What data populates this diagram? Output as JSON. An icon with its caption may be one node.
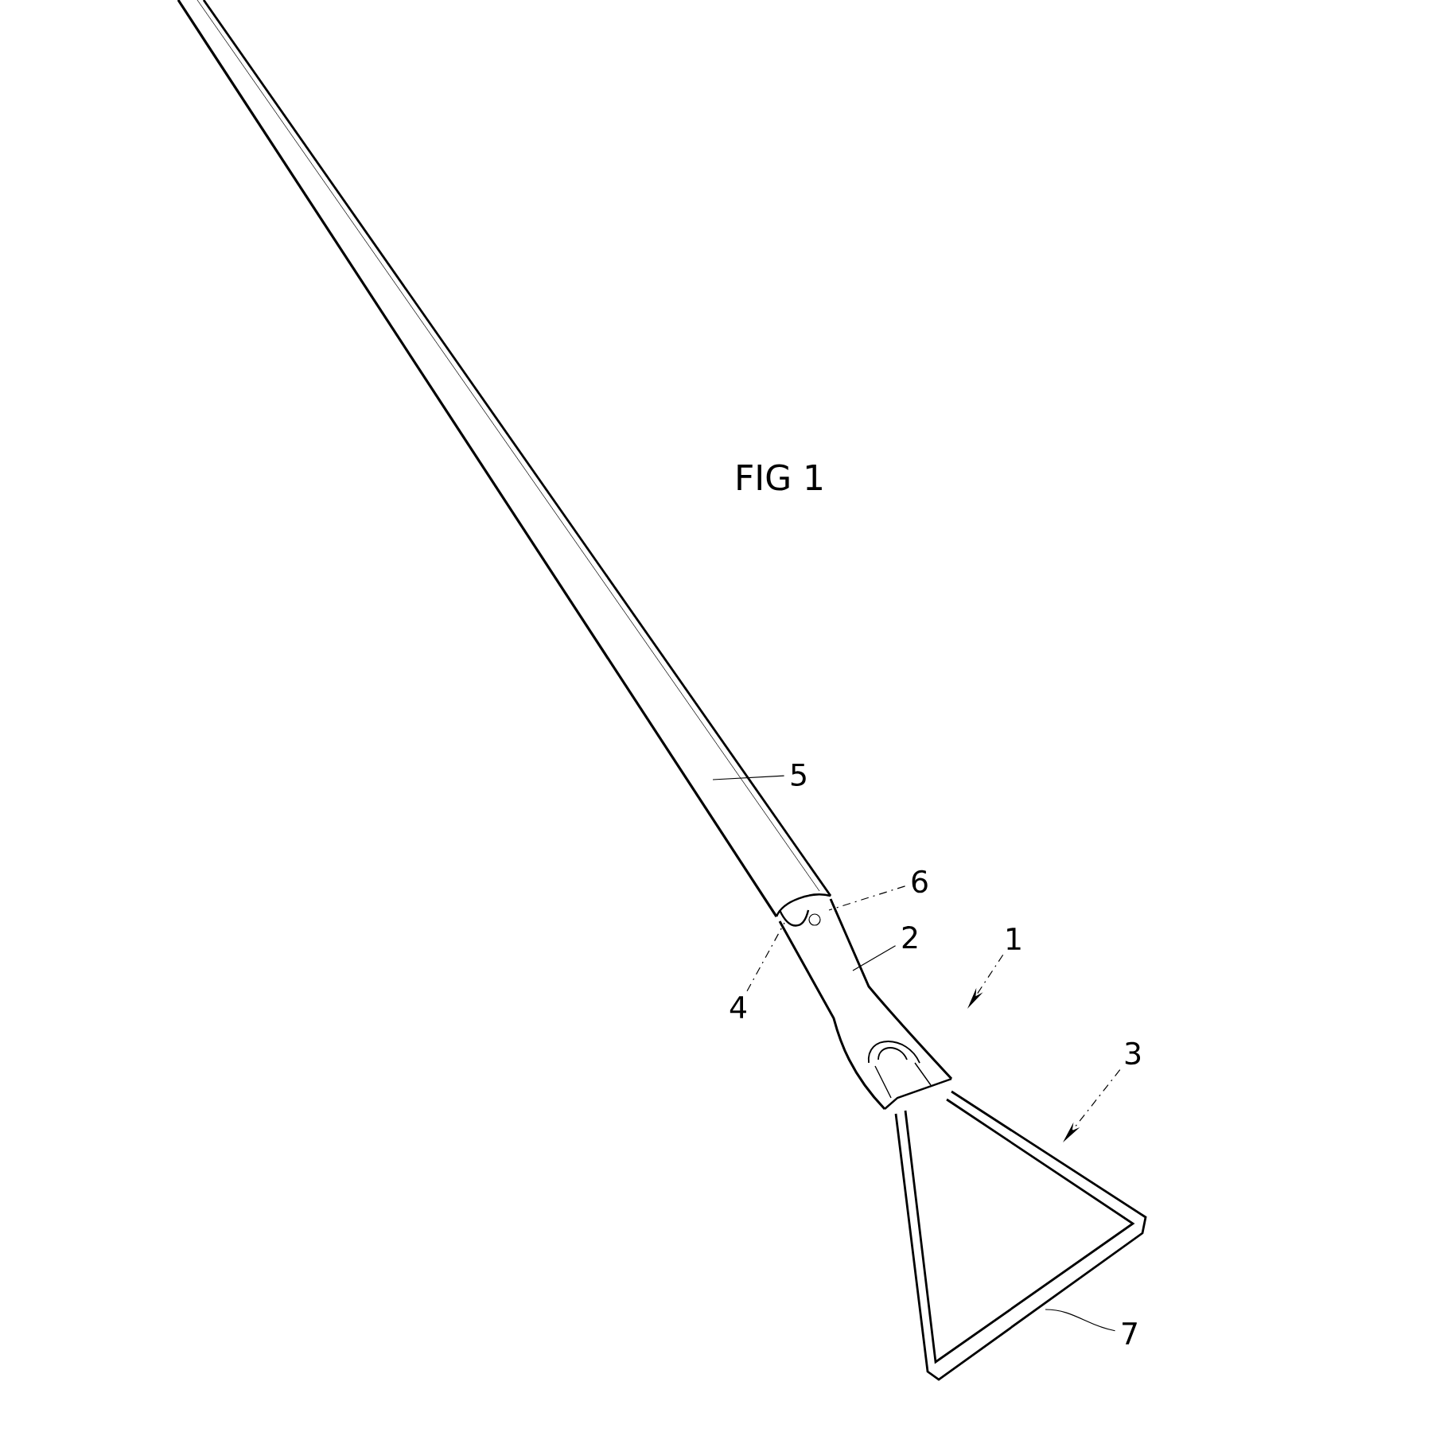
{
  "diagram": {
    "title": "FIG 1",
    "nodes": [
      {
        "text": [
          "5"
        ]
      },
      {
        "text": [
          "6"
        ]
      },
      {
        "text": [
          "2"
        ]
      },
      {
        "text": [
          "4"
        ]
      },
      {
        "text": [
          "1"
        ]
      },
      {
        "text": [
          "3"
        ]
      },
      {
        "text": [
          "7"
        ]
      }
    ],
    "edges": [
      {
        "from": 0,
        "to": null,
        "arrow": "none"
      },
      {
        "from": 1,
        "to": null,
        "arrow": "none",
        "style": "dashed"
      },
      {
        "from": 2,
        "to": null,
        "arrow": "none"
      },
      {
        "from": 3,
        "to": null,
        "arrow": "none",
        "style": "dashed"
      },
      {
        "from": 4,
        "to": null,
        "arrow": "to",
        "style": "dashed"
      },
      {
        "from": 5,
        "to": null,
        "arrow": "to",
        "style": "dashed"
      },
      {
        "from": 6,
        "to": null,
        "arrow": "none"
      }
    ]
  }
}
